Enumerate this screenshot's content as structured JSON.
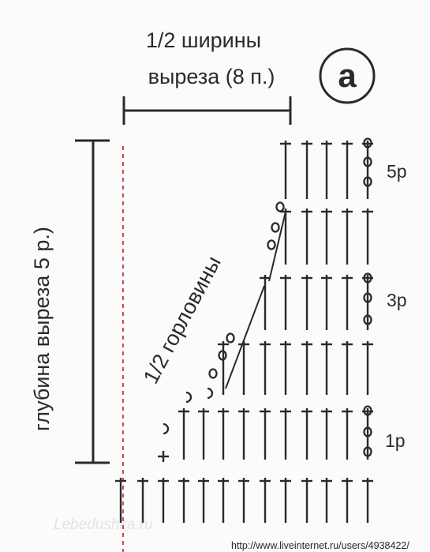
{
  "width_label_line1": "1/2 ширины",
  "width_label_line2": "выреза (8 п.)",
  "depth_label": "глубина выреза 5 р.)",
  "neckline_label": "1/2 горловины",
  "part_badge": "a",
  "row_labels": [
    "5р",
    "3р",
    "1р"
  ],
  "watermark": "Lebedushka.ru",
  "source_url": "http://www.liveinternet.ru/users/4938422/",
  "colors": {
    "ink": "#2a2a2a",
    "paper": "#fbfbfb",
    "dashed_edge": "#c24a4a"
  }
}
